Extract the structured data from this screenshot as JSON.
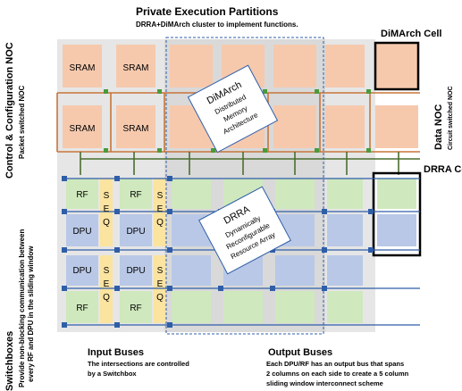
{
  "title": "Private Execution Partitions",
  "subtitle": "DRRA+DiMArch cluster to implement functions.",
  "dimarch_cell_label": "DiMArch Cell",
  "drra_cell_label": "DRRA Cell",
  "left_noc": {
    "title": "Control & Configuration NOC",
    "subtitle": "Packet switched NOC"
  },
  "right_noc": {
    "title": "Data NOC",
    "subtitle": "Circuit switched NOC"
  },
  "switchboxes": {
    "title": "Switchboxes",
    "line1": "Provide non-blocking communication between",
    "line2": "every RF and DPU in the sliding window"
  },
  "dimarch_callout": {
    "title": "DiMArch",
    "lines": [
      "Distributed",
      "Memory",
      "Architecture"
    ]
  },
  "drra_callout": {
    "title": "DRRA",
    "lines": [
      "Dynamically",
      "Reconfigurable",
      "Resource Array"
    ]
  },
  "input_buses": {
    "title": "Input Buses",
    "line1": "The intersections are controlled",
    "line2": "by a Switchbox"
  },
  "output_buses": {
    "title": "Output Buses",
    "line1": "Each DPU/RF has an output bus that spans",
    "line2": "2 columns on each side to create a 5 column",
    "line3": "sliding window interconnect scheme"
  },
  "cell_labels": {
    "sram": "SRAM",
    "rf": "RF",
    "dpu": "DPU",
    "seq": [
      "S",
      "E",
      "Q"
    ]
  },
  "colors": {
    "sram": "#f6c9ad",
    "rf": "#cfe8bd",
    "dpu": "#b9c8e6",
    "seq": "#fbe3a0",
    "noc_line": "#c8753a",
    "bus_line": "#4a6d2f",
    "partition": "#e2e2e2",
    "switch_node": "#2f5ea8"
  }
}
